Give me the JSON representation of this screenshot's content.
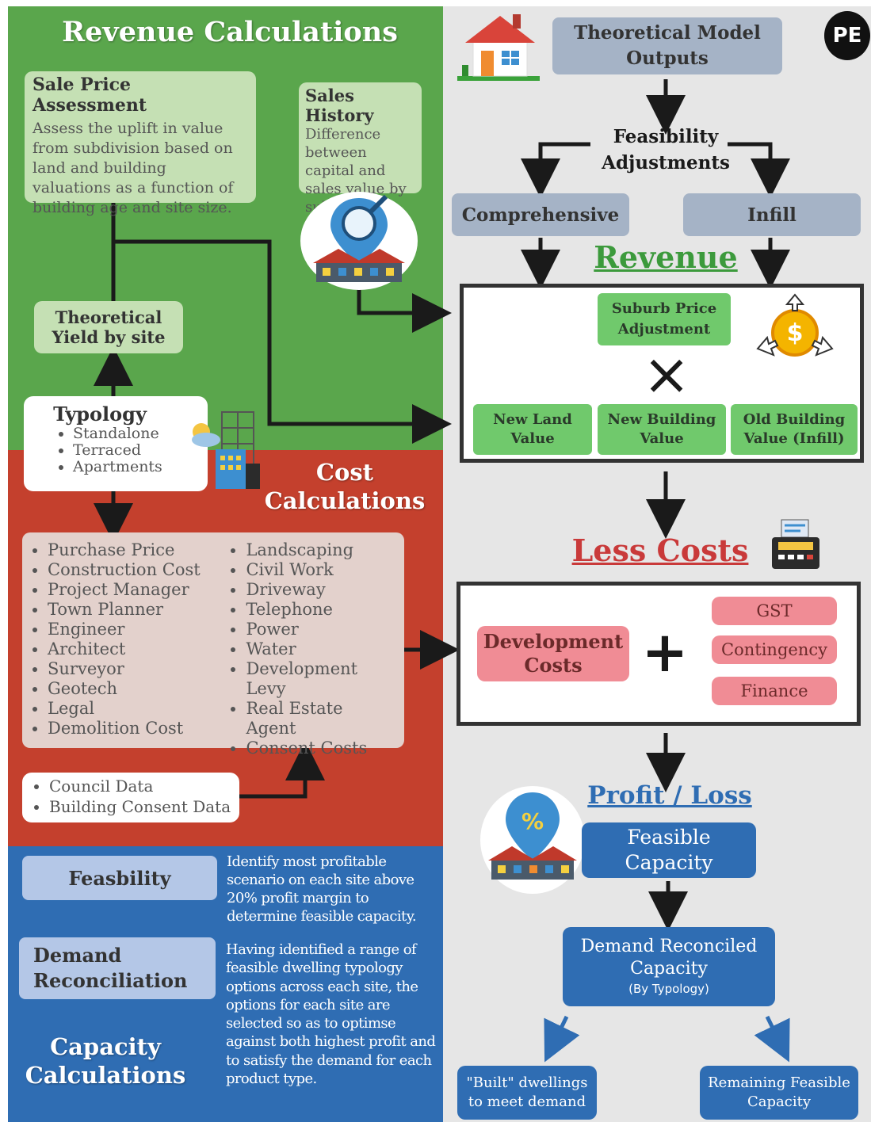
{
  "revenue_calc": {
    "title": "Revenue Calculations",
    "sale_price": {
      "title": "Sale Price Assessment",
      "text": "Assess the uplift in value from subdivision based on land and building valuations as a function of building age and site size."
    },
    "sales_history": {
      "title": "Sales History",
      "text": "Difference between capital and sales value by suburb"
    },
    "theoretical_yield": "Theoretical Yield by site",
    "typology": {
      "title": "Typology",
      "items": [
        "Standalone",
        "Terraced",
        "Apartments"
      ]
    }
  },
  "cost_calc": {
    "title": "Cost Calculations",
    "col1": [
      "Purchase Price",
      "Construction Cost",
      "Project Manager",
      "Town Planner",
      "Engineer",
      "Architect",
      "Surveyor",
      "Geotech",
      "Legal",
      "Demolition Cost"
    ],
    "col2": [
      "Landscaping",
      "Civil Work",
      "Driveway",
      "Telephone",
      "Power",
      "Water",
      "Development Levy",
      "Real Estate Agent",
      "Consent Costs"
    ],
    "data_sources": [
      "Council Data",
      "Building Consent Data"
    ]
  },
  "capacity_calc": {
    "title": "Capacity Calculations",
    "feasibility": {
      "label": "Feasbility",
      "text": "Identify most profitable scenario on each site above 20% profit margin to determine feasible capacity."
    },
    "demand": {
      "label": "Demand Reconciliation",
      "text": "Having identified a range of feasible dwelling typology options across each site, the options for each site are selected so as to optimse against both highest profit and to satisfy the demand for each product type."
    }
  },
  "model": {
    "logo": "PE",
    "outputs": "Theoretical Model Outputs",
    "feasibility_adjustments": "Feasibility Adjustments",
    "comprehensive": "Comprehensive",
    "infill": "Infill",
    "revenue": "Revenue",
    "suburb_price": "Suburb Price Adjustment",
    "times": "×",
    "new_land": "New Land Value",
    "new_building": "New Building Value",
    "old_building": "Old Building Value (Infill)",
    "less_costs": "Less Costs",
    "dev_costs": "Development Costs",
    "plus": "+",
    "gst": "GST",
    "contingency": "Contingency",
    "finance": "Finance",
    "profit_loss": "Profit / Loss",
    "feasible_capacity": "Feasible Capacity",
    "demand_reconciled": "Demand Reconciled Capacity",
    "by_typology": "(By Typology)",
    "built_dwellings": "\"Built\" dwellings to meet demand",
    "remaining": "Remaining Feasible Capacity"
  },
  "icons": [
    "house-icon",
    "magnifier-location-icon",
    "coin-icon",
    "buildings-icon",
    "cash-register-icon",
    "percent-location-icon"
  ],
  "colors": {
    "green": "#5aa64c",
    "red": "#c4402d",
    "blue": "#2f6db3",
    "grey": "#e6e6e6",
    "accent_green": "#70c96c",
    "accent_pink": "#f08c95"
  }
}
